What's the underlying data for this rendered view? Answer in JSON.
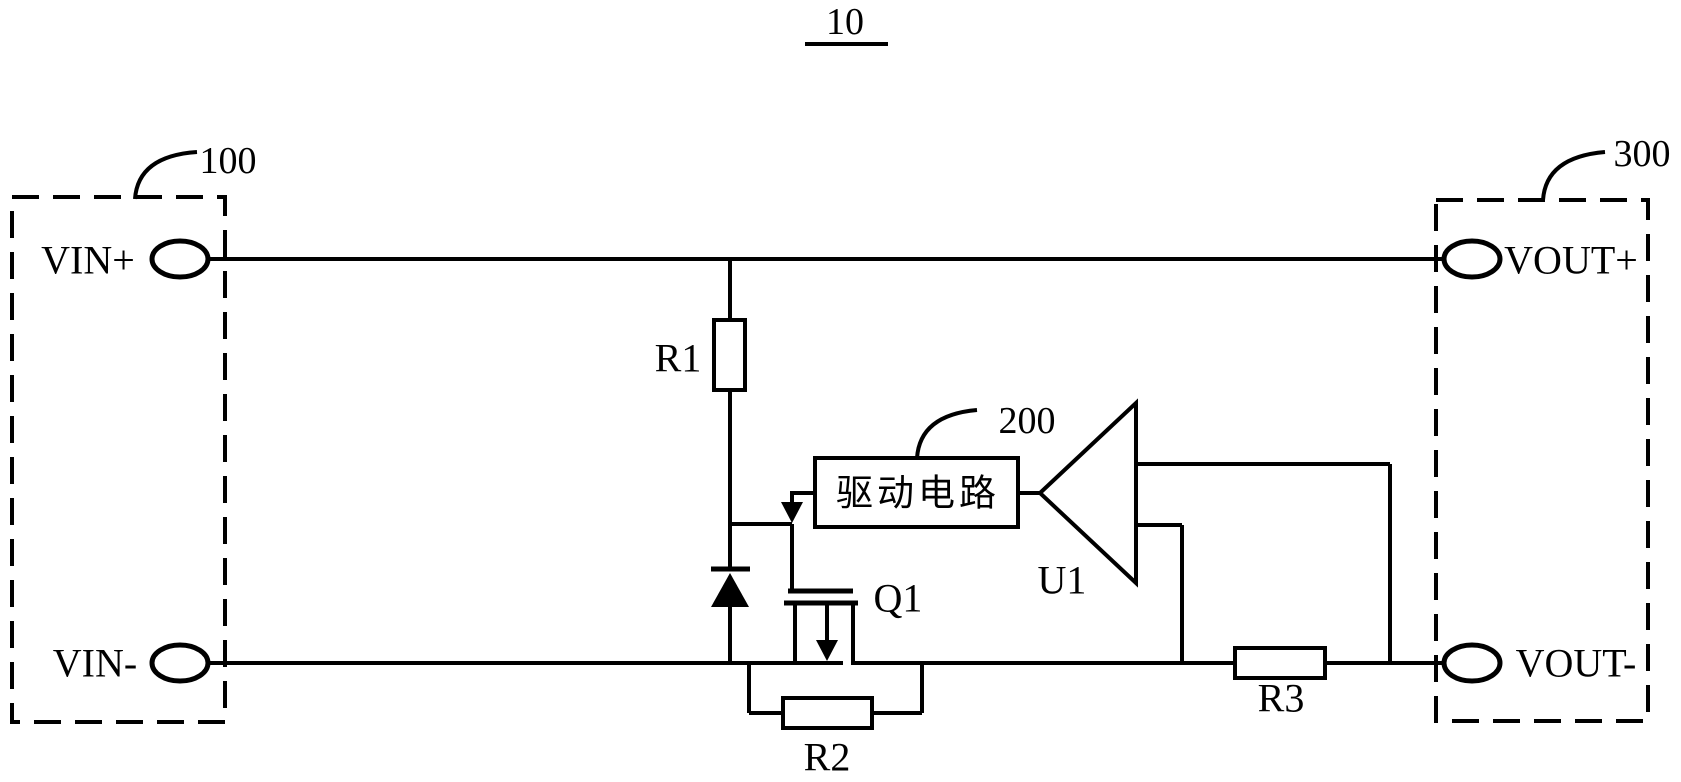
{
  "figure": {
    "number": "10"
  },
  "blocks": {
    "input": {
      "ref": "100",
      "terminals": {
        "positive": "VIN+",
        "negative": "VIN-"
      }
    },
    "drive": {
      "ref": "200",
      "label": "驱动电路"
    },
    "output": {
      "ref": "300",
      "terminals": {
        "positive": "VOUT+",
        "negative": "VOUT-"
      }
    }
  },
  "components": {
    "r1": {
      "label": "R1"
    },
    "r2": {
      "label": "R2"
    },
    "r3": {
      "label": "R3"
    },
    "q1": {
      "label": "Q1"
    },
    "u1": {
      "label": "U1"
    }
  },
  "colors": {
    "ink": "#000000",
    "background": "#ffffff"
  }
}
